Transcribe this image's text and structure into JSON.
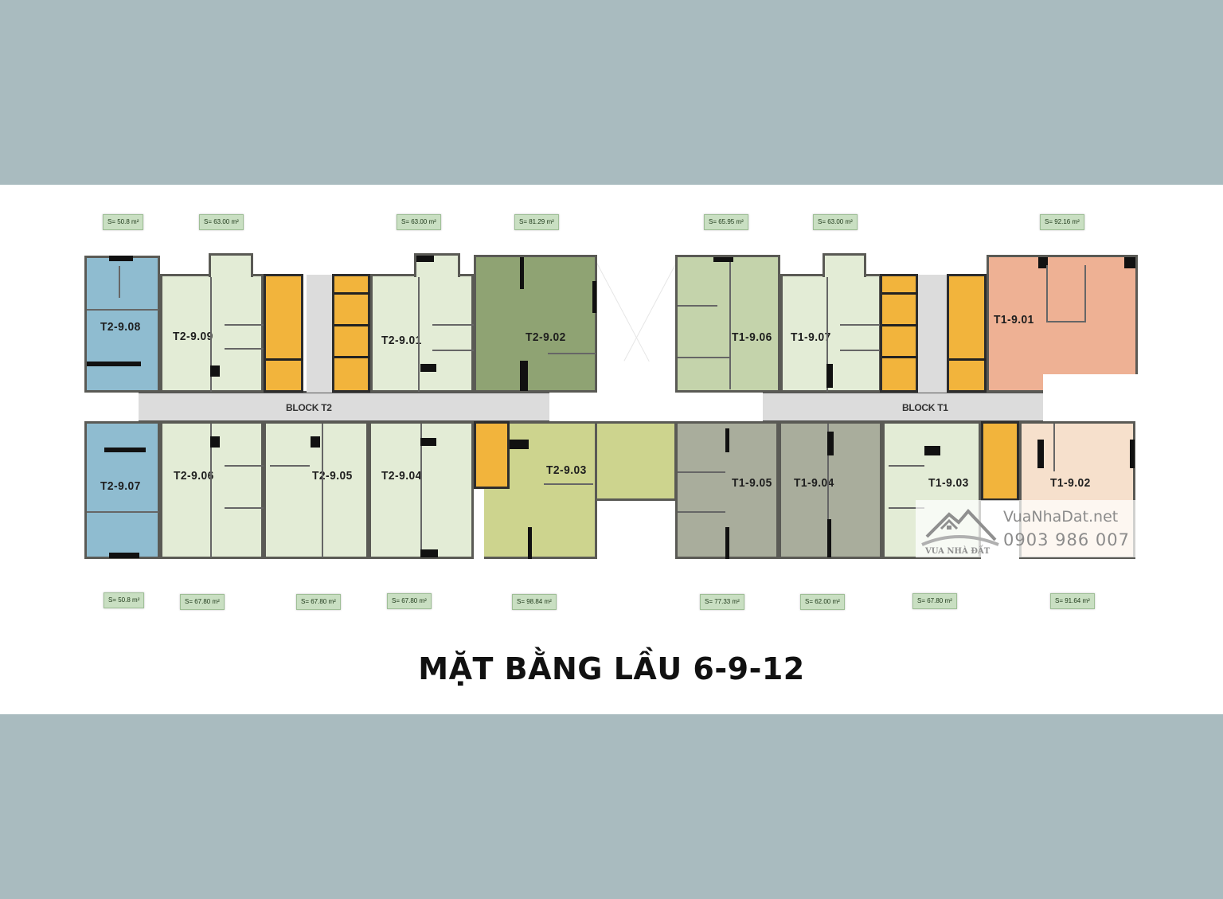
{
  "title": "MẶT BẰNG LẦU 6-9-12",
  "colors": {
    "background_band": "#a9bbbf",
    "panel": "#ffffff",
    "corridor": "#dcdcdc",
    "core_stair_elevator": "#f2b43c",
    "area_tag": "#c9dfc2"
  },
  "blocks": [
    {
      "name": "BLOCK T2"
    },
    {
      "name": "BLOCK T1"
    }
  ],
  "units": {
    "t2_908": {
      "code": "T2-9.08",
      "area": "S= 50.8 m²",
      "color": "#8fbcd0"
    },
    "t2_909": {
      "code": "T2-9.09",
      "area": "S= 63.00 m²",
      "color": "#e3ecd6"
    },
    "t2_901": {
      "code": "T2-9.01",
      "area": "S= 63.00 m²",
      "color": "#e3ecd6"
    },
    "t2_902": {
      "code": "T2-9.02",
      "area": "S= 81.29 m²",
      "color": "#8fa373"
    },
    "t2_907": {
      "code": "T2-9.07",
      "area": "S= 50.8 m²",
      "color": "#8fbcd0"
    },
    "t2_906": {
      "code": "T2-9.06",
      "area": "S= 67.80 m²",
      "color": "#e3ecd6"
    },
    "t2_905": {
      "code": "T2-9.05",
      "area": "S= 67.80 m²",
      "color": "#e3ecd6"
    },
    "t2_904": {
      "code": "T2-9.04",
      "area": "S= 67.80 m²",
      "color": "#e3ecd6"
    },
    "t2_903": {
      "code": "T2-9.03",
      "area": "S= 98.84 m²",
      "color": "#cdd48e"
    },
    "t1_906": {
      "code": "T1-9.06",
      "area": "S= 65.95 m²",
      "color": "#c4d3ab"
    },
    "t1_907": {
      "code": "T1-9.07",
      "area": "S= 63.00 m²",
      "color": "#e3ecd6"
    },
    "t1_901": {
      "code": "T1-9.01",
      "area": "S= 92.16 m²",
      "color": "#eeb194"
    },
    "t1_905": {
      "code": "T1-9.05",
      "area": "S= 77.33 m²",
      "color": "#a9ad9c"
    },
    "t1_904": {
      "code": "T1-9.04",
      "area": "S= 62.00 m²",
      "color": "#a9ad9c"
    },
    "t1_903": {
      "code": "T1-9.03",
      "area": "S= 67.80 m²",
      "color": "#e3ecd6"
    },
    "t1_902": {
      "code": "T1-9.02",
      "area": "S= 91.64 m²",
      "color": "#f6e0cc"
    }
  },
  "watermark": {
    "logo_text": "VUA NHÀ ĐẤT",
    "site": "VuaNhaDat.net",
    "phone": "0903 986 007"
  }
}
